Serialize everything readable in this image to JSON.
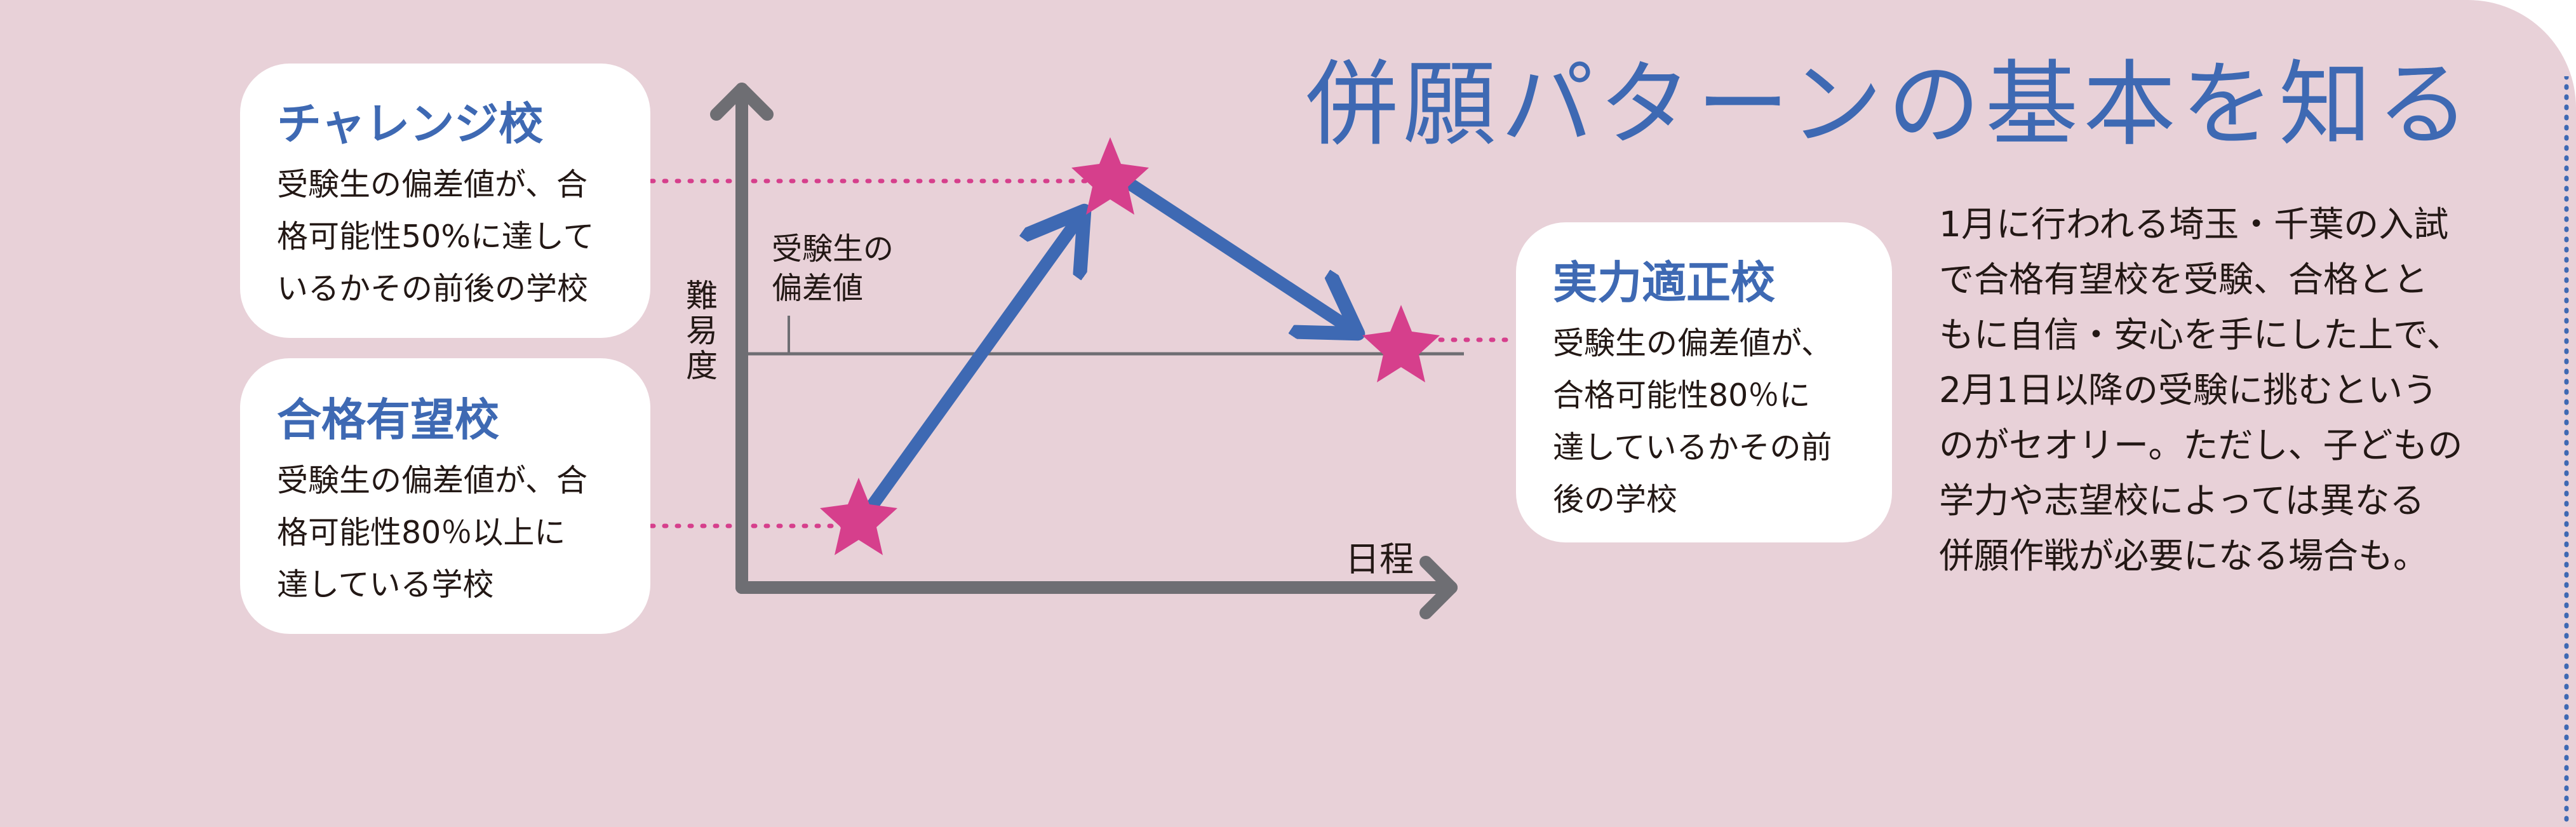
{
  "page": {
    "title": "併願パターンの基本を知る",
    "colors": {
      "background": "#e8d1d8",
      "accent_blue": "#3e69b3",
      "star_pink": "#d63f8c",
      "axis_gray": "#6e6e73"
    }
  },
  "cards": {
    "challenge": {
      "title": "チャレンジ校",
      "body": "受験生の偏差値が、合\n格可能性50%に達して\nいるかその前後の学校"
    },
    "hopeful": {
      "title": "合格有望校",
      "body": "受験生の偏差値が、合\n格可能性80％以上に\n達している学校"
    },
    "fit": {
      "title": "実力適正校",
      "body": "受験生の偏差値が、\n合格可能性80％に\n達しているかその前\n後の学校"
    }
  },
  "diagram": {
    "y_axis_label": "難\n易\n度",
    "x_axis_label": "日程",
    "reference_label": "受験生の\n偏差値",
    "path_order": [
      "合格有望校",
      "チャレンジ校",
      "実力適正校"
    ]
  },
  "description": "1月に行われる埼玉・千葉の入試\nで合格有望校を受験、合格とと\nもに自信・安心を手にした上で、\n2月1日以降の受験に挑むという\nのがセオリー。ただし、子どもの\n学力や志望校によっては異なる\n併願作戦が必要になる場合も。"
}
